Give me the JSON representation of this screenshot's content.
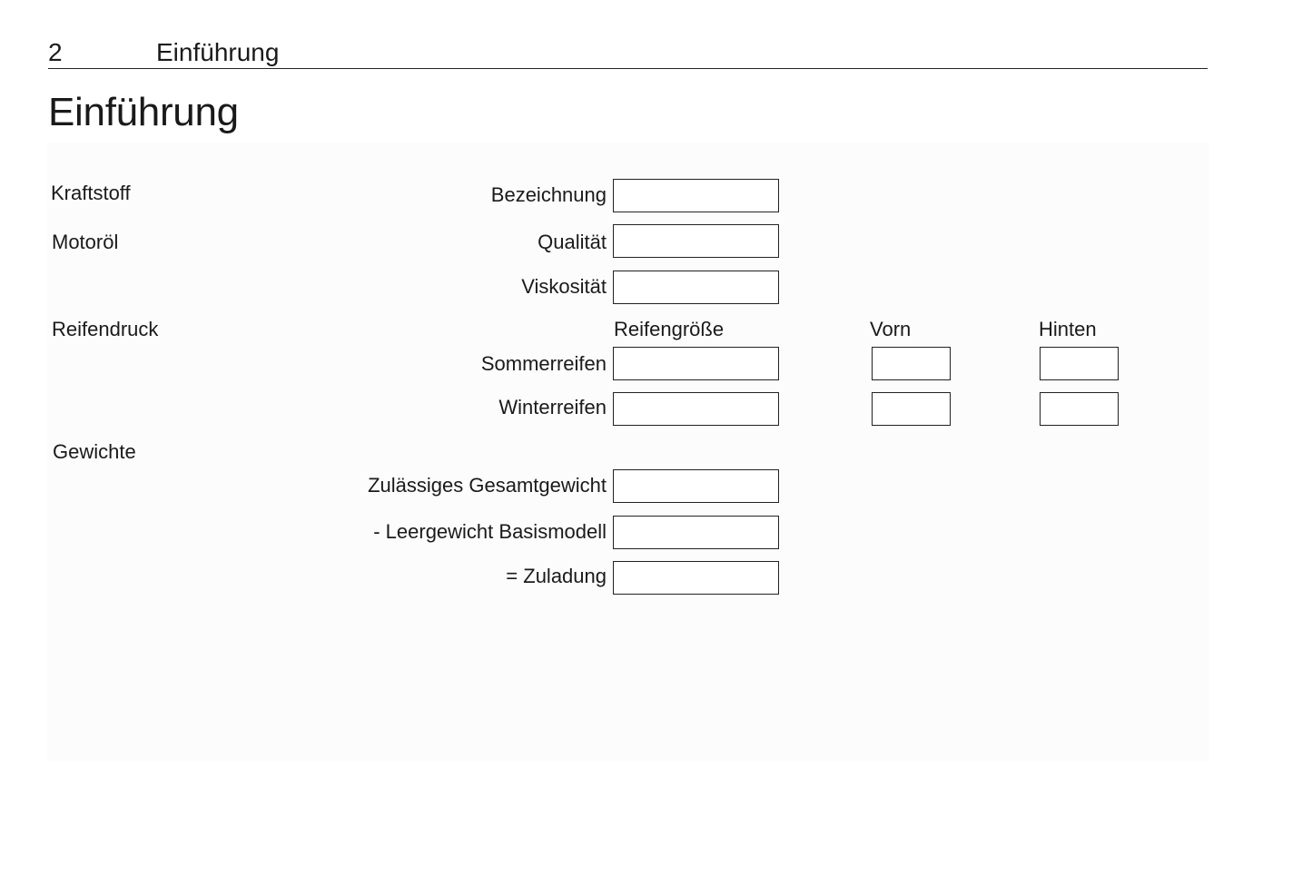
{
  "header": {
    "page_number": "2",
    "running_title": "Einführung"
  },
  "chapter_title": "Einführung",
  "sections": {
    "kraftstoff": "Kraftstoff",
    "motoroel": "Motoröl",
    "reifendruck": "Reifendruck",
    "gewichte": "Gewichte"
  },
  "fields": {
    "bezeichnung": "Bezeichnung",
    "qualitaet": "Qualität",
    "viskositaet": "Viskosität",
    "sommerreifen": "Sommerreifen",
    "winterreifen": "Winterreifen",
    "zul_gesamtgewicht": "Zulässiges Gesamtgewicht",
    "leergewicht": "- Leergewicht Basismodell",
    "zuladung": "= Zuladung"
  },
  "columns": {
    "reifengroesse": "Reifengröße",
    "vorn": "Vorn",
    "hinten": "Hinten"
  }
}
